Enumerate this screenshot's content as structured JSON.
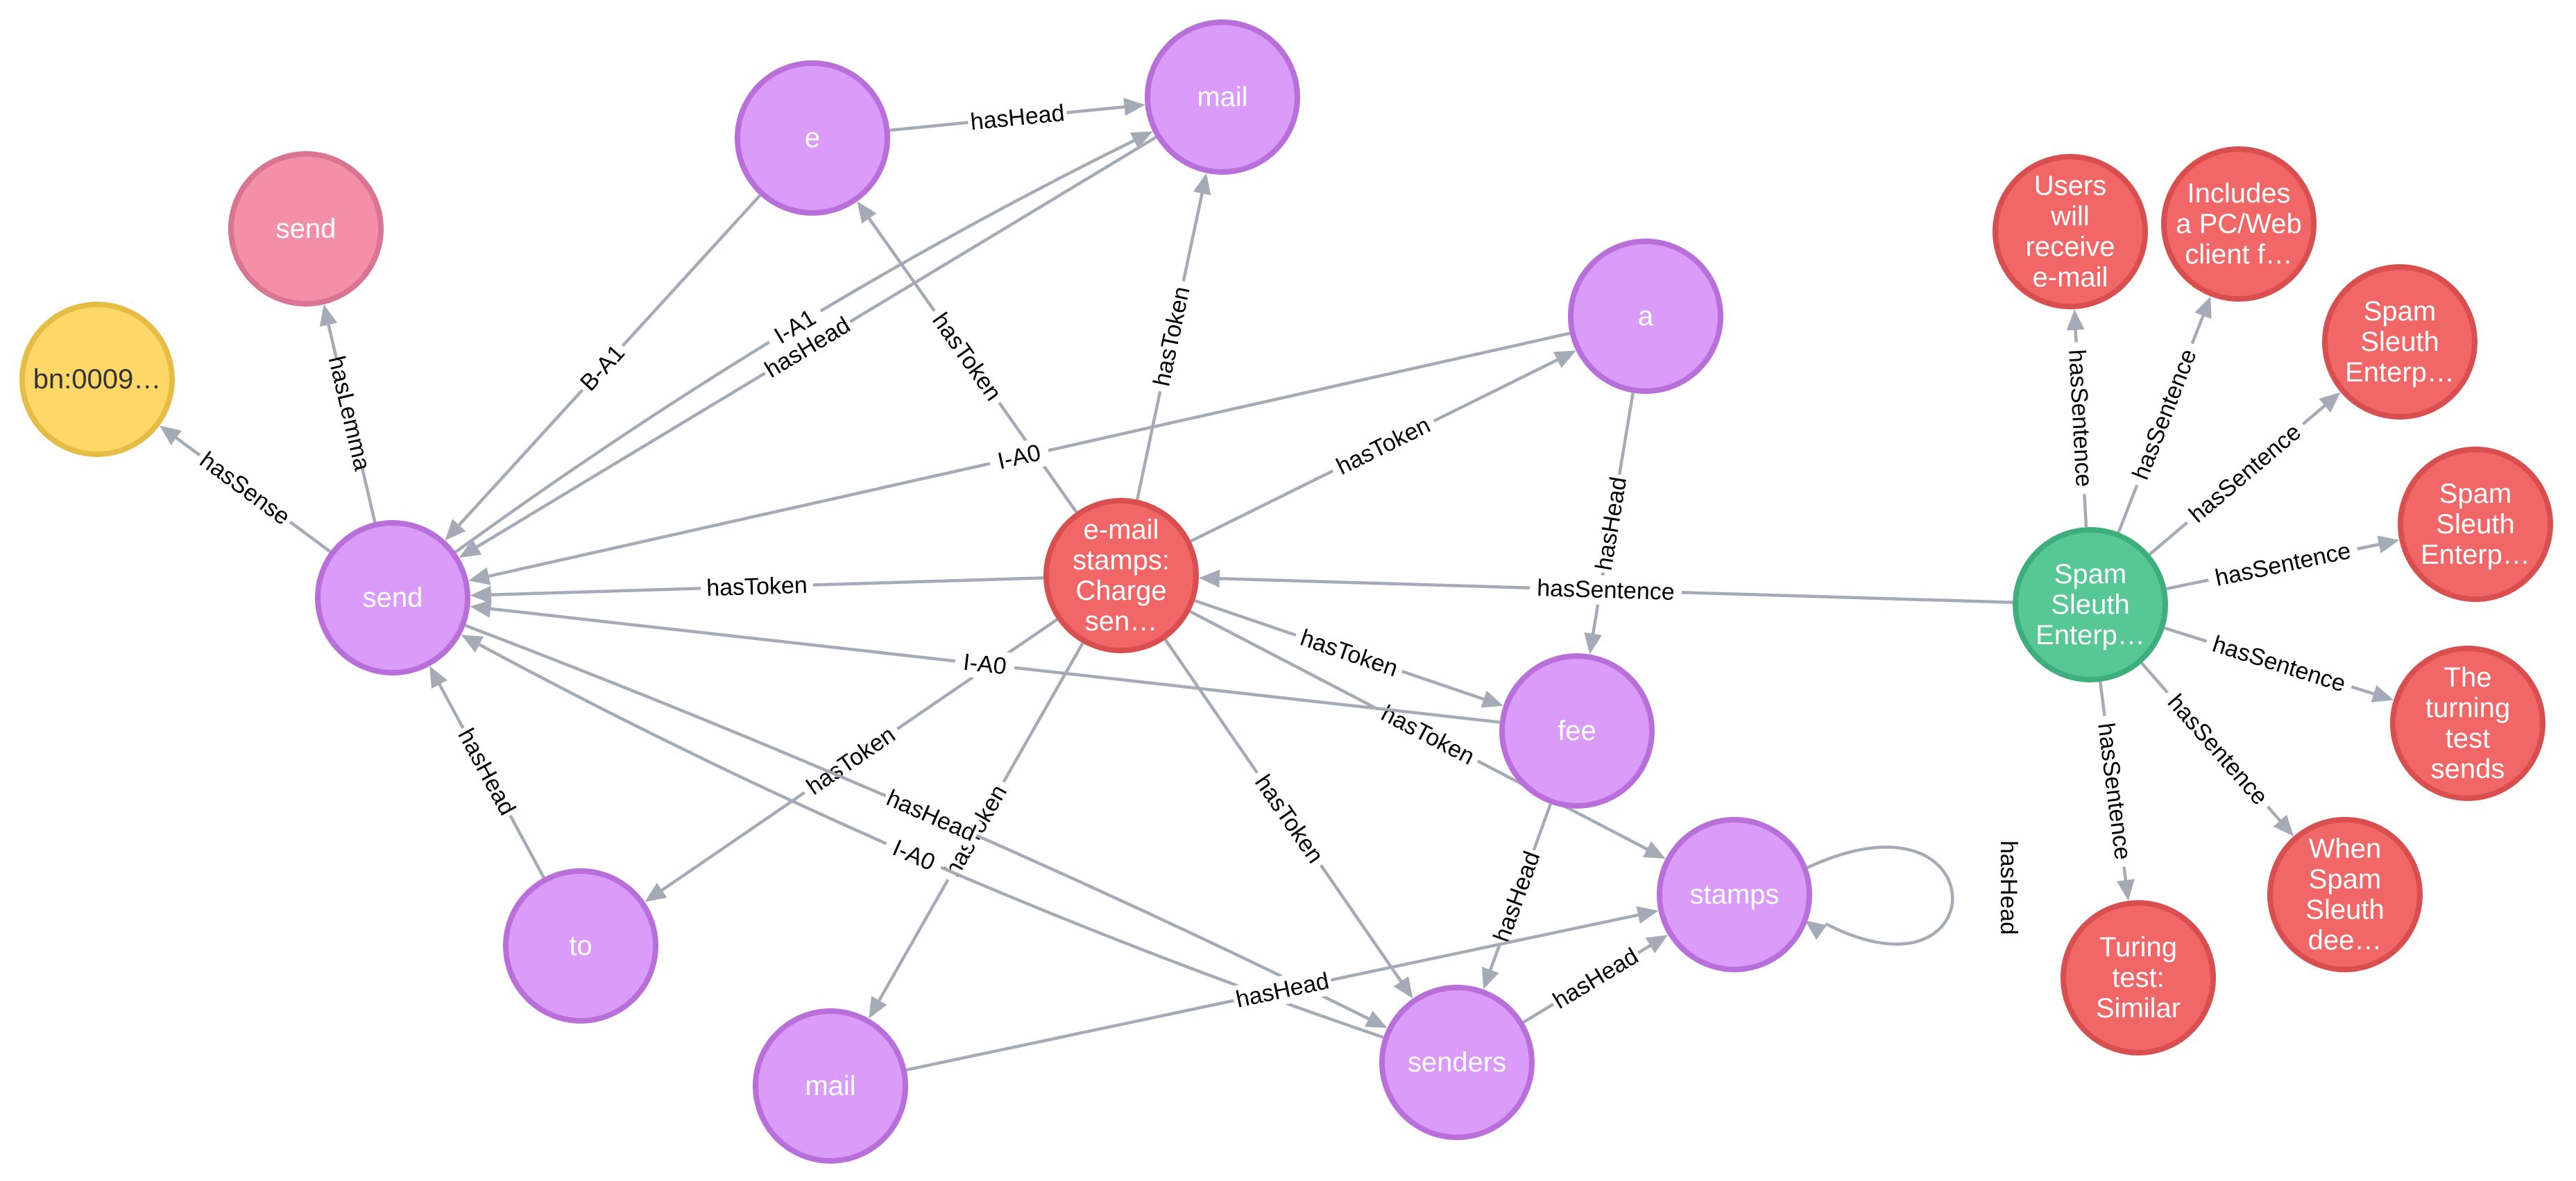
{
  "colors": {
    "token": {
      "fill": "#da9bf9",
      "stroke": "#b86fd9"
    },
    "sentence": {
      "fill": "#f16667",
      "stroke": "#d94f50"
    },
    "document": {
      "fill": "#57c795",
      "stroke": "#3fae7d"
    },
    "lemma": {
      "fill": "#f48fa8",
      "stroke": "#d97592"
    },
    "sense": {
      "fill": "#fdd868",
      "stroke": "#e5bd45"
    },
    "edge": "#a5abb6"
  },
  "nodes": [
    {
      "id": "send",
      "type": "token",
      "lines": [
        "send"
      ]
    },
    {
      "id": "e",
      "type": "token",
      "lines": [
        "e"
      ]
    },
    {
      "id": "mail_top",
      "type": "token",
      "lines": [
        "mail"
      ]
    },
    {
      "id": "a",
      "type": "token",
      "lines": [
        "a"
      ]
    },
    {
      "id": "fee",
      "type": "token",
      "lines": [
        "fee"
      ]
    },
    {
      "id": "stamps",
      "type": "token",
      "lines": [
        "stamps"
      ]
    },
    {
      "id": "to",
      "type": "token",
      "lines": [
        "to"
      ]
    },
    {
      "id": "mail_bottom",
      "type": "token",
      "lines": [
        "mail"
      ]
    },
    {
      "id": "senders",
      "type": "token",
      "lines": [
        "senders"
      ]
    },
    {
      "id": "send_lemma",
      "type": "lemma",
      "lines": [
        "send"
      ]
    },
    {
      "id": "bn",
      "type": "sense",
      "lines": [
        "bn:0009…"
      ]
    },
    {
      "id": "email_sentence",
      "type": "sentence",
      "lines": [
        "e-mail",
        "stamps:",
        "Charge",
        "sen…"
      ]
    },
    {
      "id": "spam_doc",
      "type": "document",
      "lines": [
        "Spam",
        "Sleuth",
        "Enterp…"
      ]
    },
    {
      "id": "s_users",
      "type": "sentence",
      "lines": [
        "Users",
        "will",
        "receive",
        "e-mail"
      ]
    },
    {
      "id": "s_includes",
      "type": "sentence",
      "lines": [
        "Includes",
        "a PC/Web",
        "client f…"
      ]
    },
    {
      "id": "s_spam1",
      "type": "sentence",
      "lines": [
        "Spam",
        "Sleuth",
        "Enterp…"
      ]
    },
    {
      "id": "s_spam2",
      "type": "sentence",
      "lines": [
        "Spam",
        "Sleuth",
        "Enterp…"
      ]
    },
    {
      "id": "s_turning",
      "type": "sentence",
      "lines": [
        "The",
        "turning",
        "test",
        "sends"
      ]
    },
    {
      "id": "s_when",
      "type": "sentence",
      "lines": [
        "When",
        "Spam",
        "Sleuth",
        "dee…"
      ]
    },
    {
      "id": "s_turing",
      "type": "sentence",
      "lines": [
        "Turing",
        "test:",
        "Similar"
      ]
    }
  ],
  "edges": [
    {
      "source": "e",
      "target": "mail_top",
      "label": "hasHead"
    },
    {
      "source": "e",
      "target": "send",
      "label": "B-A1"
    },
    {
      "source": "mail_top",
      "target": "send",
      "label": "hasHead"
    },
    {
      "source": "send",
      "target": "mail_top",
      "label": "I-A1"
    },
    {
      "source": "send",
      "target": "send_lemma",
      "label": "hasLemma"
    },
    {
      "source": "send",
      "target": "bn",
      "label": "hasSense"
    },
    {
      "source": "email_sentence",
      "target": "e",
      "label": "hasToken"
    },
    {
      "source": "email_sentence",
      "target": "mail_top",
      "label": "hasToken"
    },
    {
      "source": "email_sentence",
      "target": "a",
      "label": "hasToken"
    },
    {
      "source": "email_sentence",
      "target": "send",
      "label": "hasToken"
    },
    {
      "source": "email_sentence",
      "target": "fee",
      "label": "hasToken"
    },
    {
      "source": "email_sentence",
      "target": "stamps",
      "label": "hasToken"
    },
    {
      "source": "email_sentence",
      "target": "to",
      "label": "hasToken"
    },
    {
      "source": "email_sentence",
      "target": "mail_bottom",
      "label": "hasToken"
    },
    {
      "source": "email_sentence",
      "target": "senders",
      "label": "hasToken"
    },
    {
      "source": "a",
      "target": "send",
      "label": "I-A0"
    },
    {
      "source": "a",
      "target": "fee",
      "label": "hasHead"
    },
    {
      "source": "fee",
      "target": "send",
      "label": "I-A0"
    },
    {
      "source": "fee",
      "target": "senders",
      "label": "hasHead"
    },
    {
      "source": "senders",
      "target": "send",
      "label": "I-A0"
    },
    {
      "source": "send",
      "target": "senders",
      "label": "hasHead"
    },
    {
      "source": "senders",
      "target": "stamps",
      "label": "hasHead"
    },
    {
      "source": "mail_bottom",
      "target": "stamps",
      "label": "hasHead"
    },
    {
      "source": "to",
      "target": "send",
      "label": "hasHead"
    },
    {
      "source": "stamps",
      "target": "stamps",
      "label": "hasHead"
    },
    {
      "source": "spam_doc",
      "target": "email_sentence",
      "label": "hasSentence"
    },
    {
      "source": "spam_doc",
      "target": "s_users",
      "label": "hasSentence"
    },
    {
      "source": "spam_doc",
      "target": "s_includes",
      "label": "hasSentence"
    },
    {
      "source": "spam_doc",
      "target": "s_spam1",
      "label": "hasSentence"
    },
    {
      "source": "spam_doc",
      "target": "s_spam2",
      "label": "hasSentence"
    },
    {
      "source": "spam_doc",
      "target": "s_turning",
      "label": "hasSentence"
    },
    {
      "source": "spam_doc",
      "target": "s_when",
      "label": "hasSentence"
    },
    {
      "source": "spam_doc",
      "target": "s_turing",
      "label": "hasSentence"
    }
  ]
}
